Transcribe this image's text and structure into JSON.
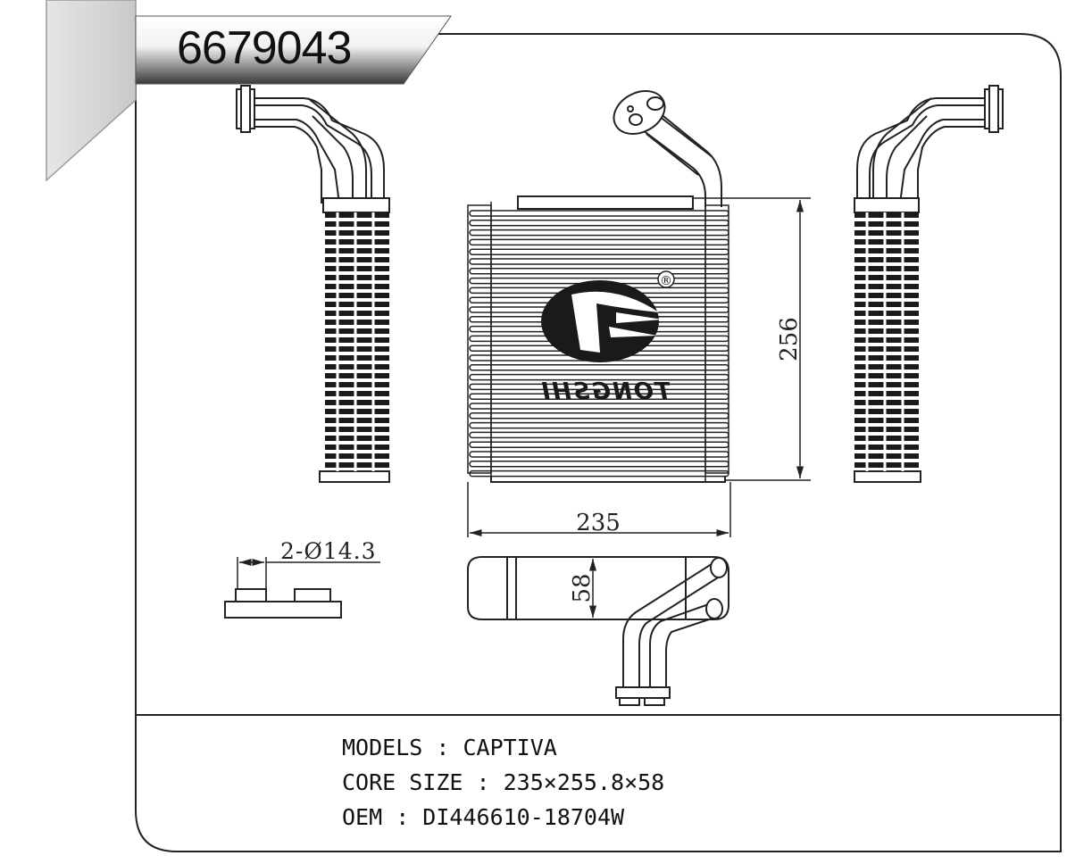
{
  "part_number": "6679043",
  "brand": {
    "logo_text": "TONGSHI",
    "registered_mark": "®"
  },
  "dimensions": {
    "height_label": "256",
    "width_label": "235",
    "depth_label": "58",
    "port_label": "2-Ø14.3"
  },
  "specs": {
    "models_line": "MODELS : CAPTIVA",
    "core_size_line": "CORE SIZE : 235×255.8×58",
    "oem_line": "OEM : DI446610-18704W"
  },
  "colors": {
    "line": "#222222",
    "tube_dark": "#1a1a1a",
    "frame_gray": "#d9d9d9"
  }
}
